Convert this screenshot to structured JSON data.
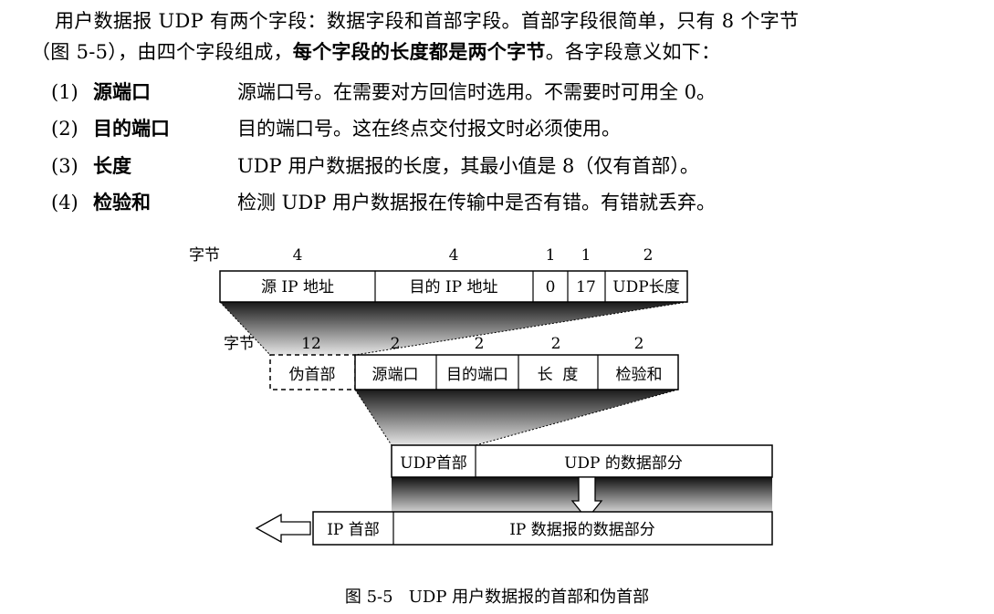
{
  "intro": {
    "line1": "用户数据报 UDP 有两个字段：数据字段和首部字段。首部字段很简单，只有 8 个字节",
    "line2_a": "（图 5-5），由四个字段组成，",
    "line2_b": "每个字段的长度都是两个字节",
    "line2_c": "。各字段意义如下："
  },
  "fields": [
    {
      "num": "(1)",
      "name": "源端口",
      "desc": "源端口号。在需要对方回信时选用。不需要时可用全 0。"
    },
    {
      "num": "(2)",
      "name": "目的端口",
      "desc": "目的端口号。这在终点交付报文时必须使用。"
    },
    {
      "num": "(3)",
      "name": "长度",
      "desc": "UDP 用户数据报的长度，其最小值是 8（仅有首部）。"
    },
    {
      "num": "(4)",
      "name": "检验和",
      "desc": "检测 UDP 用户数据报在传输中是否有错。有错就丢弃。"
    }
  ],
  "diagram": {
    "pseudo_header": {
      "bytes_label": "字节",
      "bytes": [
        "4",
        "4",
        "1",
        "1",
        "2"
      ],
      "cells": [
        "源 IP 地址",
        "目的 IP 地址",
        "0",
        "17",
        "UDP长度"
      ]
    },
    "udp_header": {
      "bytes_label": "字节",
      "bytes": [
        "12",
        "2",
        "2",
        "2",
        "2"
      ],
      "cells": [
        "伪首部",
        "源端口",
        "目的端口",
        "长  度",
        "检验和"
      ]
    },
    "udp_datagram": {
      "cells": [
        "UDP首部",
        "UDP 的数据部分"
      ]
    },
    "ip_datagram": {
      "cells": [
        "IP 首部",
        "IP 数据报的数据部分"
      ]
    }
  },
  "caption": "图 5-5   UDP 用户数据报的首部和伪首部"
}
